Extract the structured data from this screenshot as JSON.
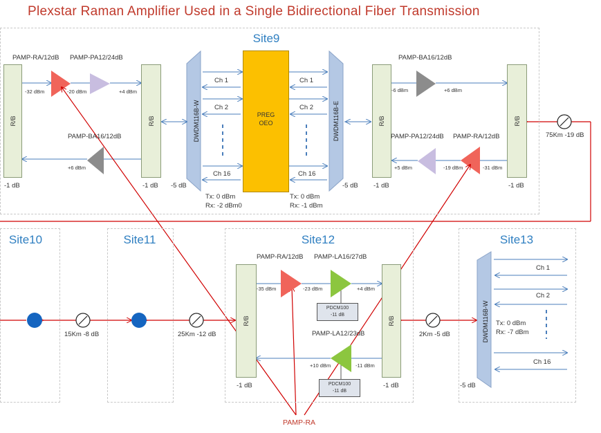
{
  "title": "Plexstar Raman Amplifier Used in a Single Bidirectional Fiber Transmission",
  "colors": {
    "title": "#c0392b",
    "site": "#2f7fc1",
    "link": "#d00000",
    "fiber": "#4a7ebb",
    "raman": "#f0645a",
    "pa": "#b7a6d6",
    "ba": "#8c8c8c",
    "la": "#8cc63f",
    "oeo": "#fcc000",
    "node": "#1565c0"
  },
  "site9": {
    "label": "Site9",
    "oeo_line1": "PREG",
    "oeo_line2": "OEO",
    "dwdm_w": "DWDM116B-W",
    "dwdm_e": "DWDM116B-E",
    "rb": "R/B",
    "amp_raman_w": "PAMP-RA/12dB",
    "amp_pa_w": "PAMP-PA12/24dB",
    "amp_ba_w": "PAMP-BA16/12dB",
    "amp_ba_e": "PAMP-BA16/12dB",
    "amp_pa_e": "PAMP-PA12/24dB",
    "amp_raman_e": "PAMP-RA/12dB",
    "p_m32": "-32 dBm",
    "p_m20": "-20 dBm",
    "p_p4": "+4 dBm",
    "p_p6w": "+6 dBm",
    "p_m6": "-6 dBm",
    "p_p6e": "+6 dBm",
    "p_p5": "+5 dBm",
    "p_m19": "-19 dBm",
    "p_m31": "-31 dBm",
    "ch1": "Ch 1",
    "ch2": "Ch 2",
    "ch16": "Ch 16",
    "loss_rb_w1": "-1 dB",
    "loss_rb_w2": "-1 dB",
    "loss_dw": "-5 dB",
    "loss_de": "-5 dB",
    "loss_rb_e1": "-1 dB",
    "loss_rb_e2": "-1 dB",
    "tx_left": "Tx:   0 dBm",
    "rx_left": "Rx: -2 dBm0",
    "tx_right": "Tx:   0 dBm",
    "rx_right": "Rx:  -1 dBm"
  },
  "span_right": "75Km -19 dB",
  "site10": {
    "label": "Site10"
  },
  "site11": {
    "label": "Site11"
  },
  "span_15": "15Km -8 dB",
  "span_25": "25Km -12 dB",
  "site12": {
    "label": "Site12",
    "rb": "R/B",
    "amp_raman": "PAMP-RA/12dB",
    "amp_la16": "PAMP-LA16/27dB",
    "amp_la12": "PAMP-LA12/23dB",
    "p_m35": "-35 dBm",
    "p_m23": "-23 dBm",
    "p_p4": "+4 dBm",
    "p_p10": "+10 dBm",
    "p_m11": "-11 dBm",
    "dcm_top_name": "PDCM100",
    "dcm_top_loss": "-11 dB",
    "dcm_bot_name": "PDCM100",
    "dcm_bot_loss": "-11 dB",
    "loss_rb1": "-1 dB",
    "loss_rb2": "-1 dB"
  },
  "span_2": "2Km -5 dB",
  "site13": {
    "label": "Site13",
    "dwdm": "DWDM116B-W",
    "ch1": "Ch 1",
    "ch2": "Ch 2",
    "ch16": "Ch 16",
    "tx": "Tx:  0 dBm",
    "rx": "Rx: -7 dBm",
    "loss": "-5 dB"
  },
  "callout": "PAMP-RA"
}
